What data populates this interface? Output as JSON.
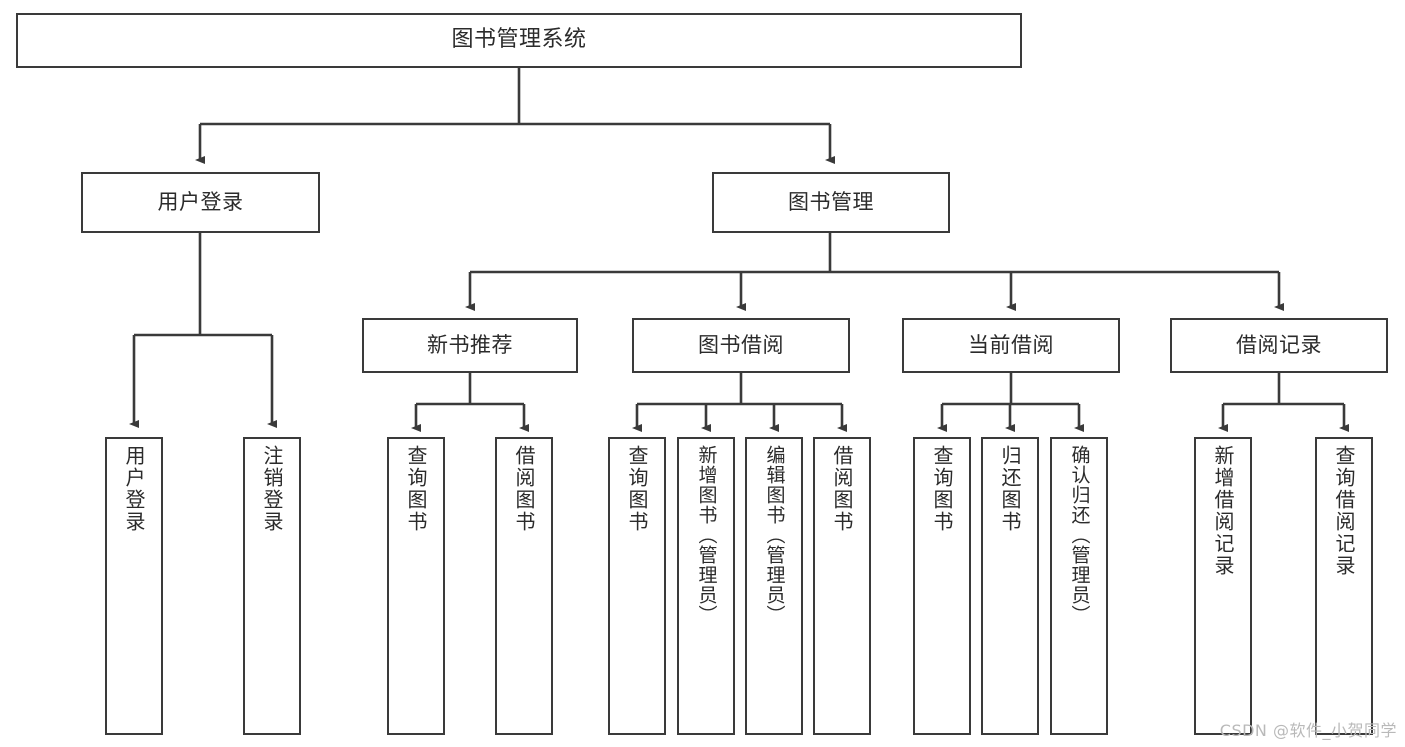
{
  "diagram": {
    "title": "图书管理系统",
    "watermark": "CSDN @软件_小贺同学",
    "colors": {
      "stroke": "#3a3a3a",
      "background": "#ffffff",
      "text": "#2b2b2b",
      "watermark": "#b9b9b9"
    },
    "nodes": {
      "root": {
        "label": "图书管理系统"
      },
      "level2": [
        {
          "id": "user-login",
          "label": "用户登录"
        },
        {
          "id": "book-management",
          "label": "图书管理"
        }
      ],
      "level3": [
        {
          "id": "new-book-recommend",
          "label": "新书推荐"
        },
        {
          "id": "book-borrow",
          "label": "图书借阅"
        },
        {
          "id": "current-borrow",
          "label": "当前借阅"
        },
        {
          "id": "borrow-record",
          "label": "借阅记录"
        }
      ],
      "leaves": [
        {
          "id": "leaf-user-login",
          "label": "用户登录",
          "parent": "user-login"
        },
        {
          "id": "leaf-logout-login",
          "label": "注销登录",
          "parent": "user-login"
        },
        {
          "id": "leaf-query-book-1",
          "label": "查询图书",
          "parent": "new-book-recommend"
        },
        {
          "id": "leaf-borrow-book-1",
          "label": "借阅图书",
          "parent": "new-book-recommend"
        },
        {
          "id": "leaf-query-book-2",
          "label": "查询图书",
          "parent": "book-borrow"
        },
        {
          "id": "leaf-add-book",
          "label": "新增图书（管理员）",
          "parent": "book-borrow"
        },
        {
          "id": "leaf-edit-book",
          "label": "编辑图书（管理员）",
          "parent": "book-borrow"
        },
        {
          "id": "leaf-borrow-book-2",
          "label": "借阅图书",
          "parent": "book-borrow"
        },
        {
          "id": "leaf-query-book-3",
          "label": "查询图书",
          "parent": "current-borrow"
        },
        {
          "id": "leaf-return-book",
          "label": "归还图书",
          "parent": "current-borrow"
        },
        {
          "id": "leaf-confirm-return",
          "label": "确认归还（管理员）",
          "parent": "current-borrow"
        },
        {
          "id": "leaf-add-record",
          "label": "新增借阅记录",
          "parent": "borrow-record"
        },
        {
          "id": "leaf-query-record",
          "label": "查询借阅记录",
          "parent": "borrow-record"
        }
      ]
    }
  }
}
